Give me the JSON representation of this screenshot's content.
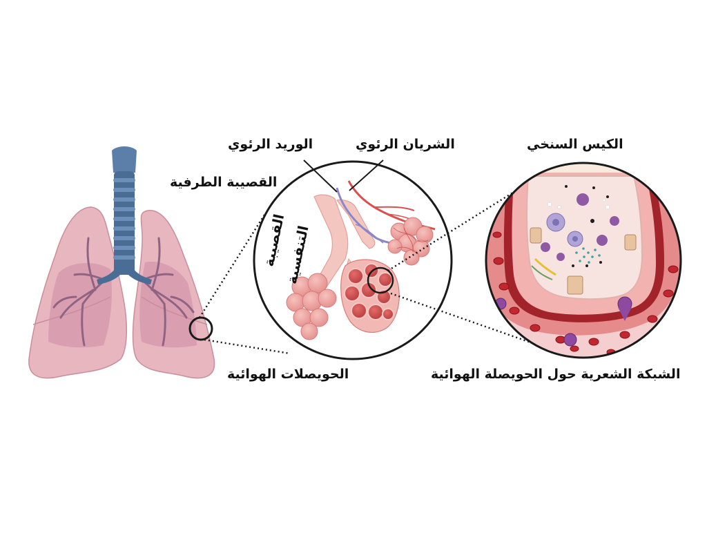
{
  "labels": {
    "pulmonary_vein": "الوريد الرئوي",
    "pulmonary_artery": "الشريان الرئوي",
    "connective_sac": "الكيس السنخي",
    "terminal_bronchiole": "القصيبة الطرفية",
    "respiratory_bronchiole_line1": "القصيبة",
    "respiratory_bronchiole_line2": "التنفسية",
    "alveoli": "الحويصلات الهوائية",
    "capillary_network": "الشبكة الشعرية حول الحويصلة الهوائية"
  },
  "colors": {
    "trachea": "#4a6d96",
    "lung": "#e9b9c0",
    "bronchi": "#9c6f86",
    "artery": "#d9504f",
    "vein": "#8b87c9",
    "alveolus": "#e7908e",
    "alveolus_inner": "#c94d4d",
    "capillary_wall": "#a3232b",
    "outline": "#1a1a1a"
  }
}
